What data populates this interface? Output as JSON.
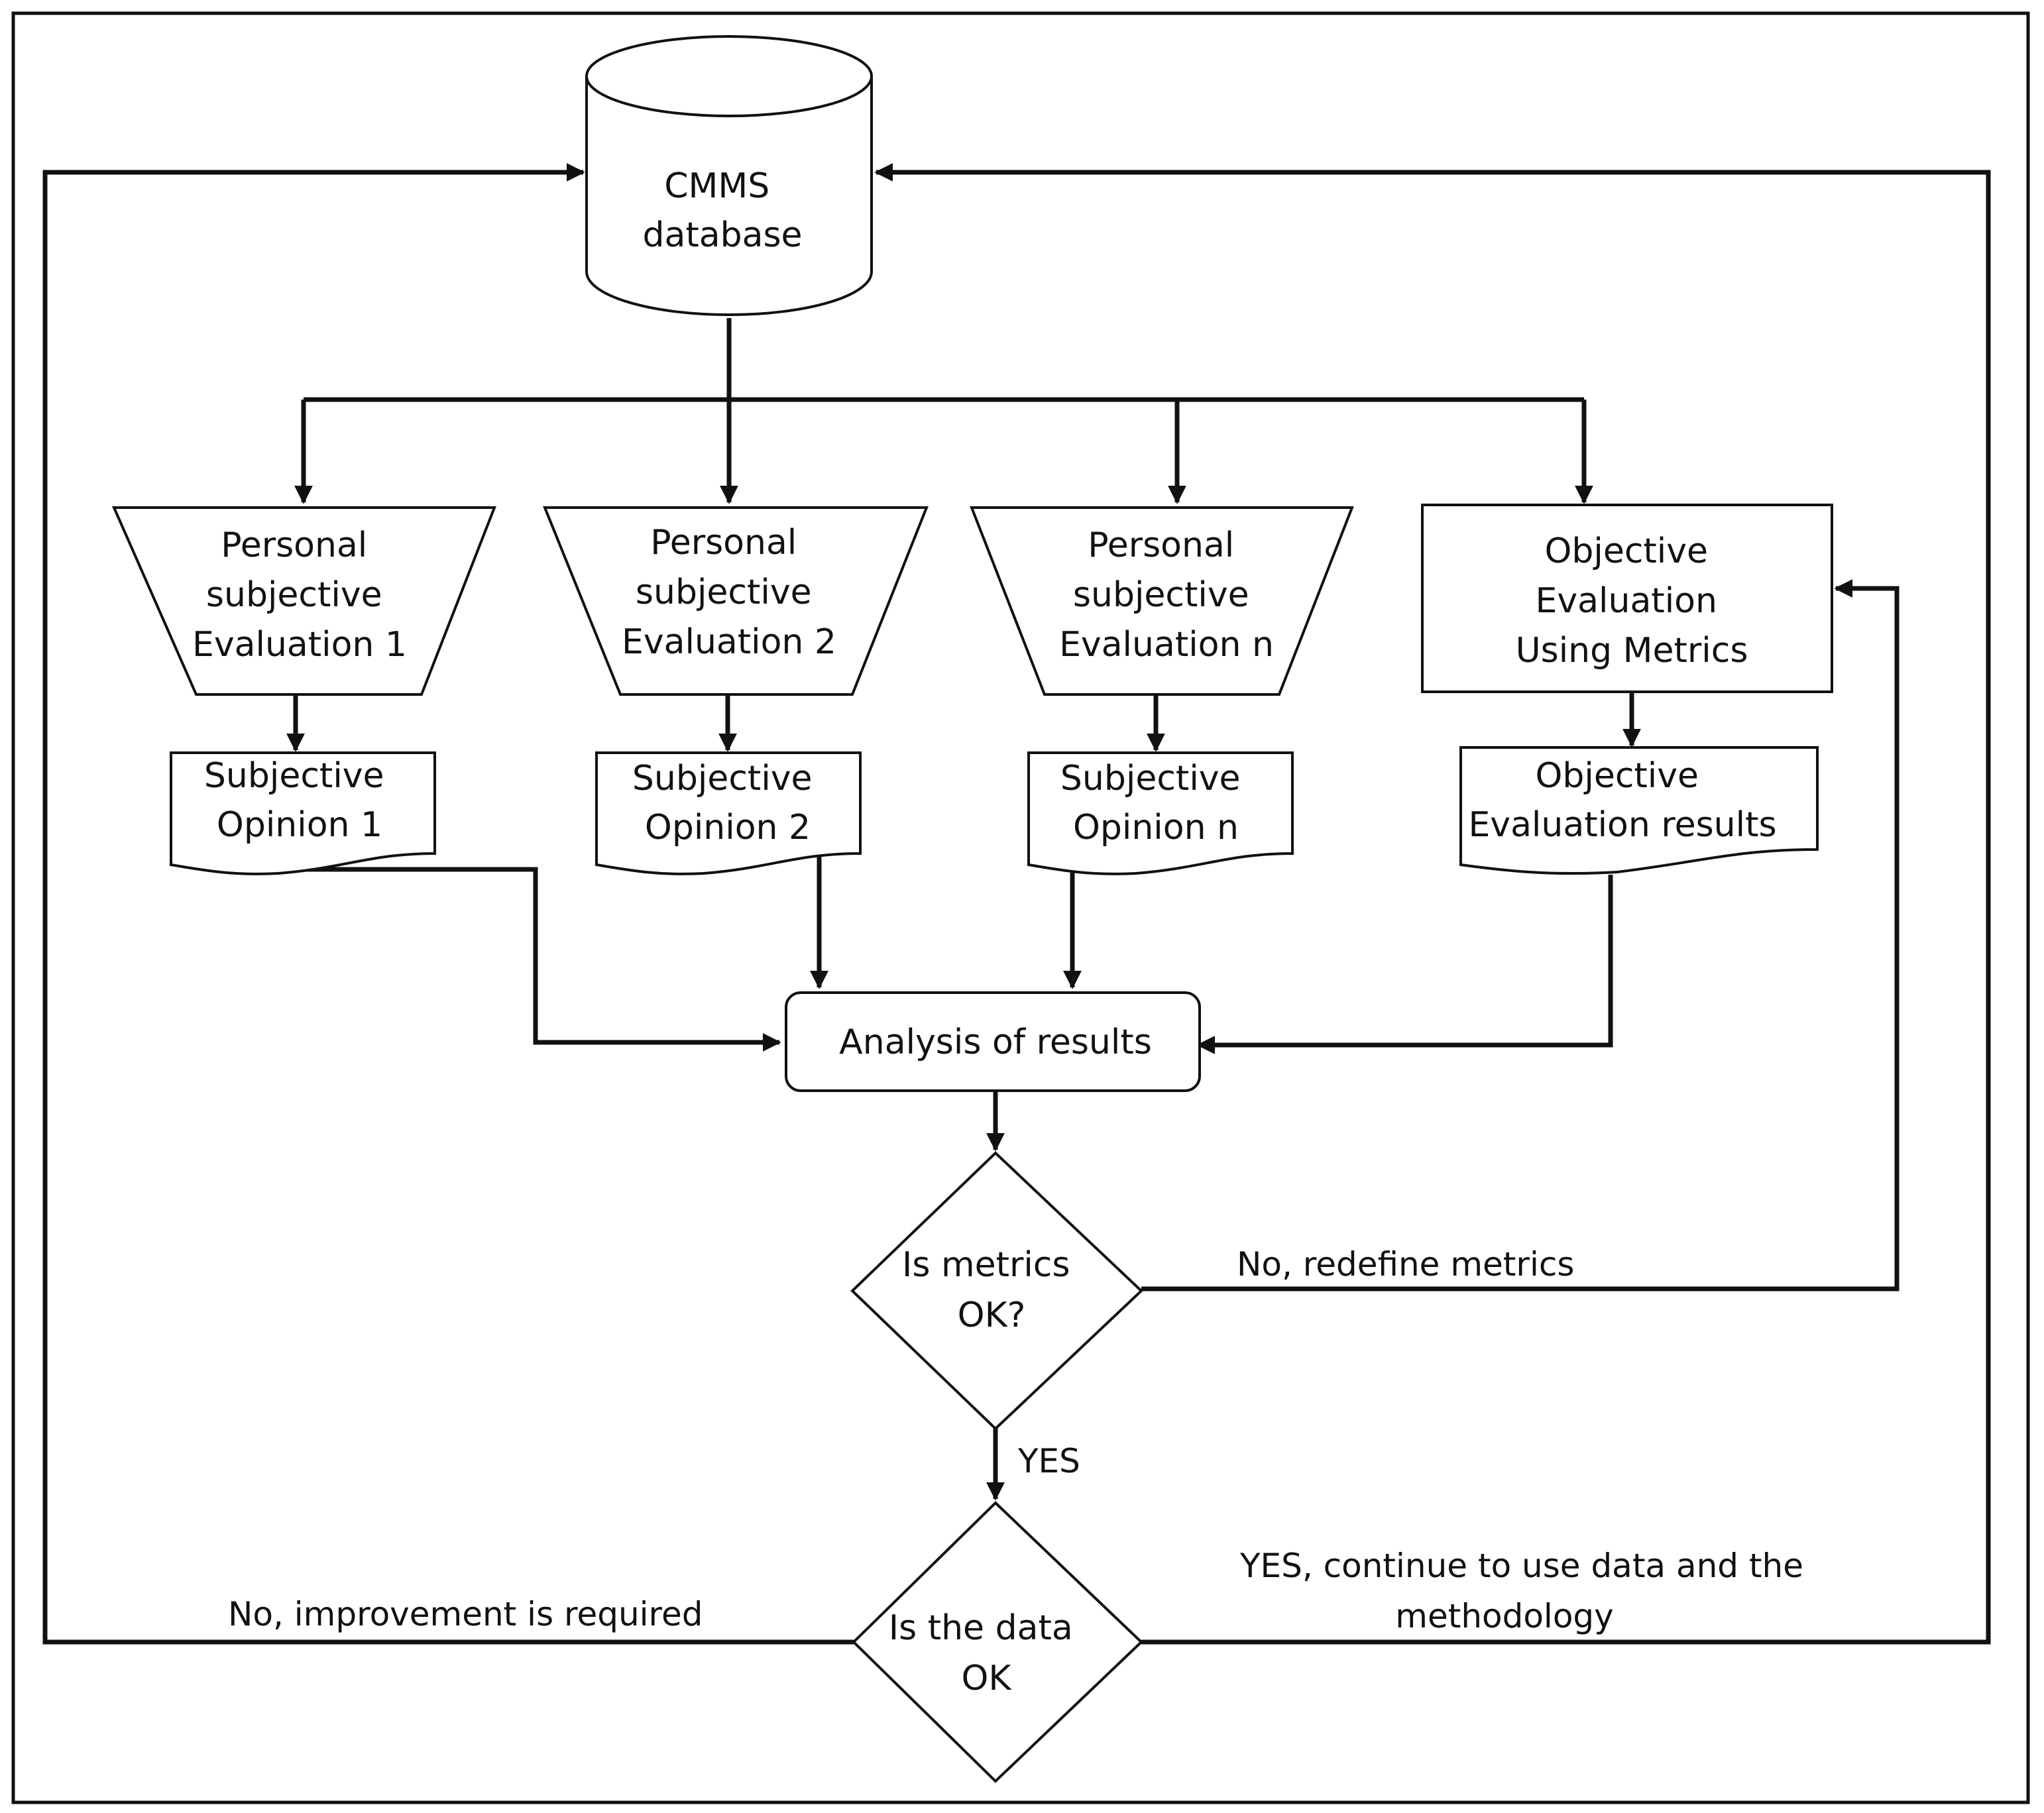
{
  "nodes": {
    "cmms": {
      "lines": [
        "CMMS",
        "database"
      ]
    },
    "pse1": {
      "lines": [
        "Personal",
        "subjective",
        "Evaluation 1"
      ]
    },
    "pse2": {
      "lines": [
        "Personal",
        "subjective",
        "Evaluation 2"
      ]
    },
    "psen": {
      "lines": [
        "Personal",
        "subjective",
        "Evaluation n"
      ]
    },
    "obj_eval": {
      "lines": [
        "Objective",
        "Evaluation",
        "Using Metrics"
      ]
    },
    "so1": {
      "lines": [
        "Subjective",
        "Opinion 1"
      ]
    },
    "so2": {
      "lines": [
        "Subjective",
        "Opinion 2"
      ]
    },
    "son": {
      "lines": [
        "Subjective",
        "Opinion n"
      ]
    },
    "obj_results": {
      "lines": [
        "Objective",
        "Evaluation results"
      ]
    },
    "analysis": {
      "lines": [
        "Analysis of results"
      ]
    },
    "metrics_ok": {
      "lines": [
        "Is metrics",
        "OK?"
      ]
    },
    "data_ok": {
      "lines": [
        "Is the data",
        "OK"
      ]
    }
  },
  "edge_labels": {
    "redefine": "No, redefine metrics",
    "yes_metrics": "YES",
    "improvement": "No, improvement is required",
    "continue_1": "YES, continue to use data and the",
    "continue_2": "methodology"
  }
}
